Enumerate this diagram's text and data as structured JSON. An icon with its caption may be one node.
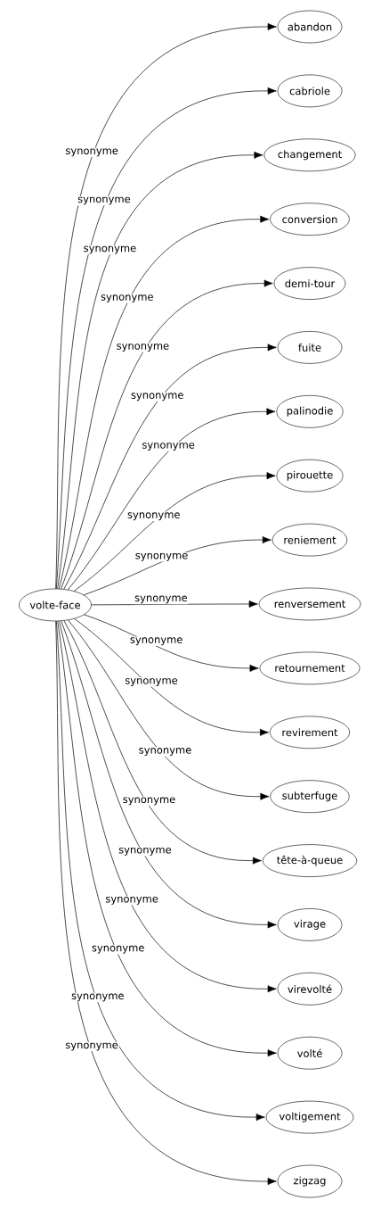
{
  "diagram": {
    "nodes": [
      {
        "text": [
          "volte-face"
        ]
      },
      {
        "text": [
          "abandon"
        ]
      },
      {
        "text": [
          "cabriole"
        ]
      },
      {
        "text": [
          "changement"
        ]
      },
      {
        "text": [
          "conversion"
        ]
      },
      {
        "text": [
          "demi-tour"
        ]
      },
      {
        "text": [
          "fuite"
        ]
      },
      {
        "text": [
          "palinodie"
        ]
      },
      {
        "text": [
          "pirouette"
        ]
      },
      {
        "text": [
          "reniement"
        ]
      },
      {
        "text": [
          "renversement"
        ]
      },
      {
        "text": [
          "retournement"
        ]
      },
      {
        "text": [
          "revirement"
        ]
      },
      {
        "text": [
          "subterfuge"
        ]
      },
      {
        "text": [
          "tête-à-queue"
        ]
      },
      {
        "text": [
          "virage"
        ]
      },
      {
        "text": [
          "virevolté"
        ]
      },
      {
        "text": [
          "volté"
        ]
      },
      {
        "text": [
          "voltigement"
        ]
      },
      {
        "text": [
          "zigzag"
        ]
      }
    ],
    "edges": [
      {
        "from": 0,
        "to": 1,
        "arrow": "to",
        "label": "synonyme"
      },
      {
        "from": 0,
        "to": 2,
        "arrow": "to",
        "label": "synonyme"
      },
      {
        "from": 0,
        "to": 3,
        "arrow": "to",
        "label": "synonyme"
      },
      {
        "from": 0,
        "to": 4,
        "arrow": "to",
        "label": "synonyme"
      },
      {
        "from": 0,
        "to": 5,
        "arrow": "to",
        "label": "synonyme"
      },
      {
        "from": 0,
        "to": 6,
        "arrow": "to",
        "label": "synonyme"
      },
      {
        "from": 0,
        "to": 7,
        "arrow": "to",
        "label": "synonyme"
      },
      {
        "from": 0,
        "to": 8,
        "arrow": "to",
        "label": "synonyme"
      },
      {
        "from": 0,
        "to": 9,
        "arrow": "to",
        "label": "synonyme"
      },
      {
        "from": 0,
        "to": 10,
        "arrow": "to",
        "label": "synonyme"
      },
      {
        "from": 0,
        "to": 11,
        "arrow": "to",
        "label": "synonyme"
      },
      {
        "from": 0,
        "to": 12,
        "arrow": "to",
        "label": "synonyme"
      },
      {
        "from": 0,
        "to": 13,
        "arrow": "to",
        "label": "synonyme"
      },
      {
        "from": 0,
        "to": 14,
        "arrow": "to",
        "label": "synonyme"
      },
      {
        "from": 0,
        "to": 15,
        "arrow": "to",
        "label": "synonyme"
      },
      {
        "from": 0,
        "to": 16,
        "arrow": "to",
        "label": "synonyme"
      },
      {
        "from": 0,
        "to": 17,
        "arrow": "to",
        "label": "synonyme"
      },
      {
        "from": 0,
        "to": 18,
        "arrow": "to",
        "label": "synonyme"
      },
      {
        "from": 0,
        "to": 19,
        "arrow": "to",
        "label": "synonyme"
      }
    ]
  }
}
